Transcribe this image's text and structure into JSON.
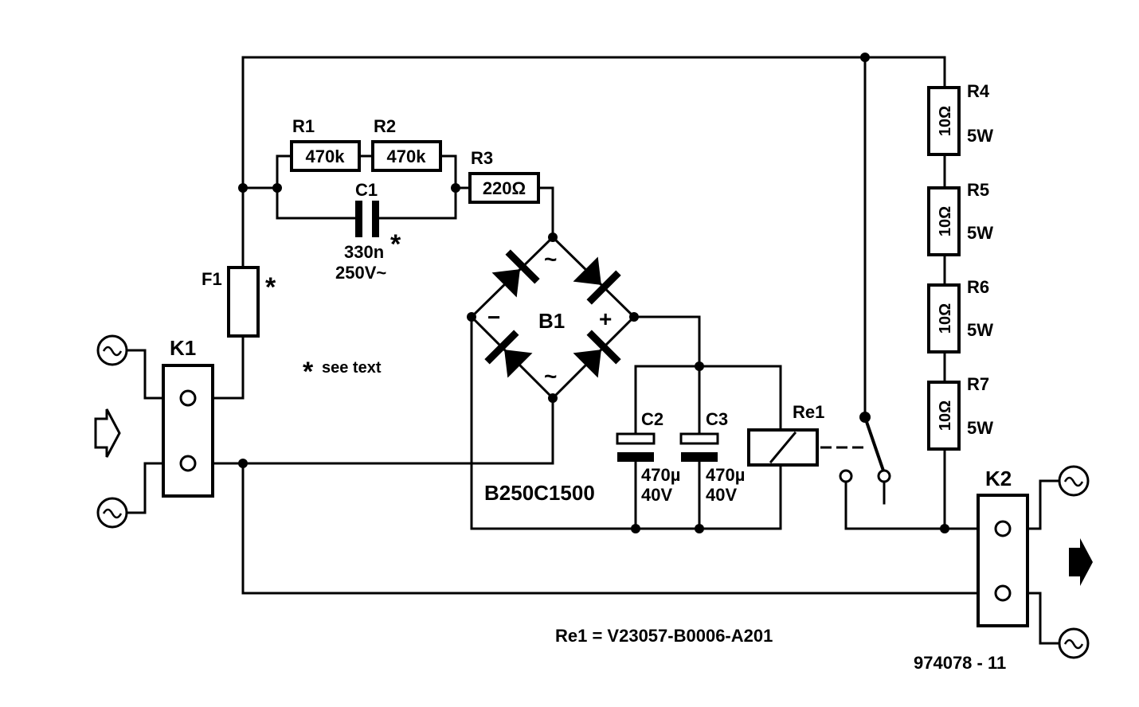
{
  "resistors": [
    {
      "ref": "R1",
      "value": "470k"
    },
    {
      "ref": "R2",
      "value": "470k"
    },
    {
      "ref": "R3",
      "value": "220Ω"
    },
    {
      "ref": "R4",
      "value": "10Ω",
      "rating": "5W"
    },
    {
      "ref": "R5",
      "value": "10Ω",
      "rating": "5W"
    },
    {
      "ref": "R6",
      "value": "10Ω",
      "rating": "5W"
    },
    {
      "ref": "R7",
      "value": "10Ω",
      "rating": "5W"
    }
  ],
  "capacitors": [
    {
      "ref": "C1",
      "value": "330n",
      "rating": "250V~"
    },
    {
      "ref": "C2",
      "value": "470µ",
      "rating": "40V"
    },
    {
      "ref": "C3",
      "value": "470µ",
      "rating": "40V"
    }
  ],
  "fuse": {
    "ref": "F1"
  },
  "bridge": {
    "ref": "B1",
    "part": "B250C1500",
    "minus": "−",
    "plus": "+",
    "ac": "~"
  },
  "relay": {
    "ref": "Re1",
    "note": "Re1 = V23057-B0006-A201"
  },
  "connectors": [
    {
      "ref": "K1"
    },
    {
      "ref": "K2"
    }
  ],
  "footnote": {
    "marker": "*",
    "text": "see text"
  },
  "figure_id": "974078 - 11"
}
